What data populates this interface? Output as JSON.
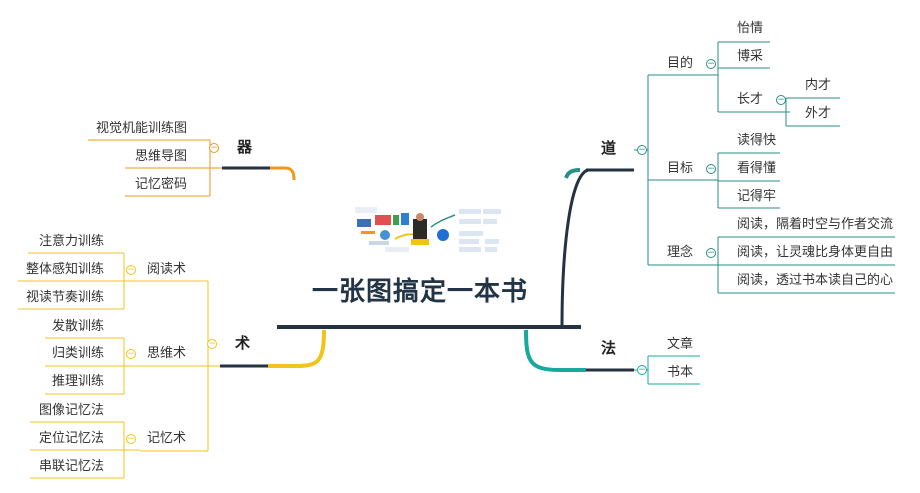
{
  "title": "一张图搞定一本书",
  "colors": {
    "dao": "#2a8f86",
    "fa": "#1aa89c",
    "qi": "#f0961e",
    "shu": "#f0c419",
    "hub": "#263242"
  },
  "branches": {
    "dao": {
      "label": "道",
      "mudi": {
        "label": "目的",
        "items": [
          "怡情",
          "博采"
        ],
        "zhangcai": {
          "label": "长才",
          "items": [
            "内才",
            "外才"
          ]
        }
      },
      "mubiao": {
        "label": "目标",
        "items": [
          "读得快",
          "看得懂",
          "记得牢"
        ]
      },
      "linian": {
        "label": "理念",
        "items": [
          "阅读，隔着时空与作者交流",
          "阅读，让灵魂比身体更自由",
          "阅读，透过书本读自己的心"
        ]
      }
    },
    "fa": {
      "label": "法",
      "items": [
        "文章",
        "书本"
      ]
    },
    "qi": {
      "label": "器",
      "items": [
        "视觉机能训练图",
        "思维导图",
        "记忆密码"
      ]
    },
    "shu": {
      "label": "术",
      "yuedu": {
        "label": "阅读术",
        "items": [
          "注意力训练",
          "整体感知训练",
          "视读节奏训练"
        ]
      },
      "siwei": {
        "label": "思维术",
        "items": [
          "发散训练",
          "归类训练",
          "推理训练"
        ]
      },
      "jiyi": {
        "label": "记忆术",
        "items": [
          "图像记忆法",
          "定位记忆法",
          "串联记忆法"
        ]
      }
    }
  }
}
